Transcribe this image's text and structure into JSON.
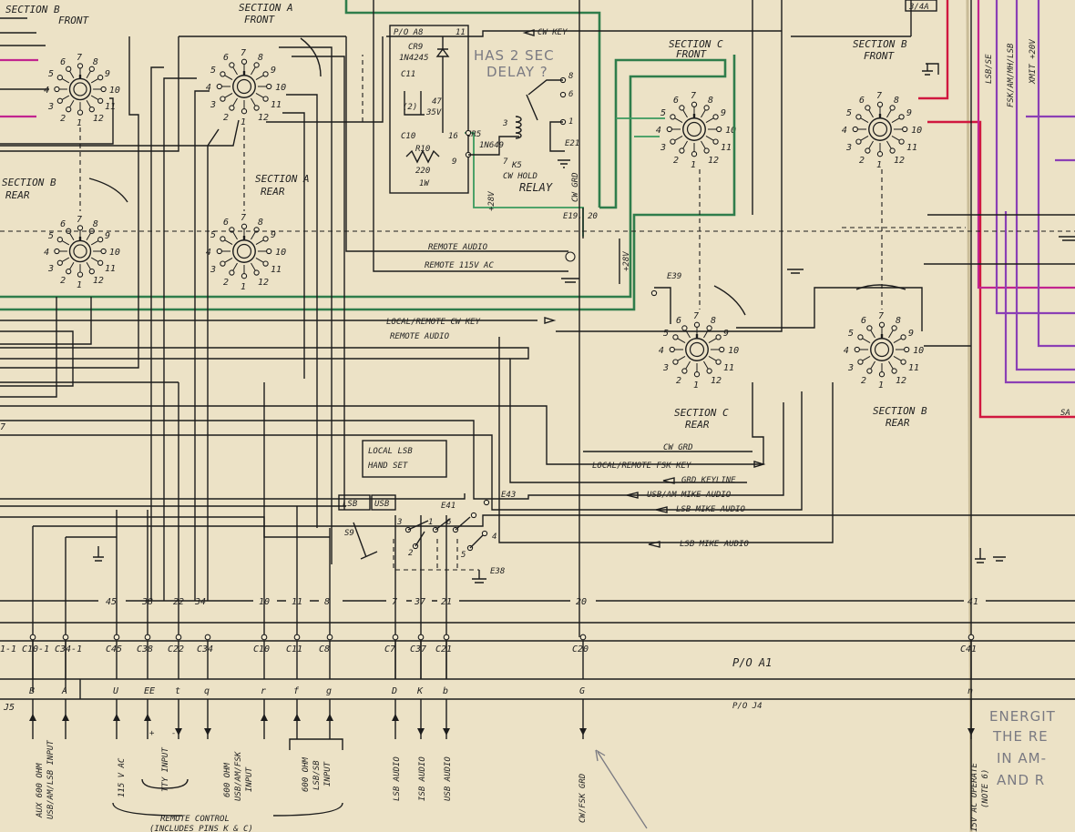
{
  "switch_sections": [
    {
      "id": "sb-front",
      "title_1": "SECTION B",
      "title_2": "FRONT",
      "pins": [
        "12",
        "11",
        "10",
        "9",
        "8",
        "7",
        "6",
        "5",
        "4",
        "3",
        "2",
        "1"
      ]
    },
    {
      "id": "sa-front",
      "title_1": "SECTION A",
      "title_2": "FRONT",
      "pins": [
        "12",
        "11",
        "10",
        "9",
        "8",
        "7",
        "6",
        "5",
        "4",
        "3",
        "2",
        "1"
      ]
    },
    {
      "id": "sb-rear",
      "title_1": "SECTION B",
      "title_2": "REAR",
      "pins": [
        "12",
        "11",
        "10",
        "9",
        "8",
        "7",
        "6",
        "5",
        "4",
        "3",
        "2",
        "1"
      ]
    },
    {
      "id": "sa-rear",
      "title_1": "SECTION A",
      "title_2": "REAR",
      "pins": [
        "12",
        "11",
        "10",
        "9",
        "8",
        "7",
        "6",
        "5",
        "4",
        "3",
        "2",
        "1"
      ]
    },
    {
      "id": "sc-front",
      "title_1": "SECTION C",
      "title_2": "FRONT",
      "pins": [
        "12",
        "11",
        "10",
        "9",
        "8",
        "7",
        "6",
        "5",
        "4",
        "3",
        "2",
        "1"
      ]
    },
    {
      "id": "sc-rear",
      "title_1": "SECTION C",
      "title_2": "REAR",
      "pins": [
        "12",
        "11",
        "10",
        "9",
        "8",
        "7",
        "6",
        "5",
        "4",
        "3",
        "2",
        "1"
      ]
    },
    {
      "id": "sb2-front",
      "title_1": "SECTION B",
      "title_2": "FRONT",
      "pins": [
        "12",
        "11",
        "10",
        "9",
        "8",
        "7",
        "6",
        "5",
        "4",
        "3",
        "2",
        "1"
      ]
    },
    {
      "id": "sb2-rear",
      "title_1": "SECTION B",
      "title_2": "REAR",
      "pins": [
        "12",
        "11",
        "10",
        "9",
        "8",
        "7",
        "6",
        "5",
        "4",
        "3",
        "2",
        "1"
      ]
    }
  ],
  "relay_board": {
    "board": "P/O A8",
    "cr9": "CR9",
    "cr9_part": "1N4245",
    "c11": "C11",
    "c11_value": "47",
    "c11_voltage": "35V",
    "c10": "C10",
    "note_2": "(2)",
    "r10": "R10",
    "r10_value": "220",
    "r10_watt": "1W",
    "cr5": "CR5",
    "cr5_part": "1N649",
    "k5": "K5",
    "k5_name_1": "CW HOLD",
    "k5_name_2": "RELAY",
    "supply": "+28V",
    "terminal_e21": "E21",
    "terminal_11": "11",
    "terminal_16": "16",
    "terminal_9": "9",
    "terminal_3": "3",
    "terminal_7": "7",
    "terminal_8": "8",
    "terminal_6": "6",
    "terminal_1": "1",
    "pencil_note_1": "HAS 2 SEC",
    "pencil_note_2": "DELAY ?"
  },
  "signal_labels": {
    "cw_key": "CW KEY",
    "cw_grd_vertical": "CW GRD",
    "e19_20": "E19, 20",
    "v28": "+28V",
    "v28b": "+28V",
    "remote_audio_top": "REMOTE AUDIO",
    "remote_115v": "REMOTE 115V AC",
    "local_remote_cw_key": "LOCAL/REMOTE CW KEY",
    "remote_audio": "REMOTE AUDIO",
    "cw_grd": "CW GRD",
    "local_remote_fsk_key": "LOCAL/REMOTE FSK KEY",
    "grd_keyline": "GRD KEYLINE",
    "usb_am_mike_audio": "USB/AM MIKE AUDIO",
    "lsb_mike_audio_1": "LSB MIKE AUDIO",
    "lsb_mike_audio_2": "LSB MIKE AUDIO",
    "e39": "E39",
    "right_vertical_1": "LSB/SE",
    "right_vertical_2": "FSK/AM/MH/LSB",
    "right_vertical_3": "XMIT +20V",
    "fuse_label": "3/4A",
    "sa_label": "SA"
  },
  "local_lsb": {
    "line_1": "LOCAL LSB",
    "line_2": "HAND SET",
    "sw_lsb": "LSB",
    "sw_usb": "USB",
    "s9": "S9",
    "e41": "E41",
    "e43": "E43",
    "e38": "E38",
    "contact_3": "3",
    "contact_1": "1",
    "contact_6": "6",
    "contact_2": "2",
    "contact_4": "4",
    "contact_5": "5"
  },
  "bus_numbers": [
    "45",
    "38",
    "22",
    "34",
    "10",
    "11",
    "8",
    "7",
    "37",
    "21",
    "20",
    "41"
  ],
  "capacitors": [
    "C10-1",
    "C34-1",
    "C45",
    "C38",
    "C22",
    "C34",
    "C10",
    "C11",
    "C8",
    "C7",
    "C37",
    "C21",
    "C20",
    "C41"
  ],
  "left_edge": {
    "cut_label": "1-1",
    "seven": "7"
  },
  "pins_j4": [
    "B",
    "A",
    "U",
    "EE",
    "t",
    "q",
    "r",
    "f",
    "g",
    "D",
    "K",
    "b",
    "G",
    "n"
  ],
  "j5": "J5",
  "boards": {
    "a1": "P/O A1",
    "j4": "P/O J4"
  },
  "tty_signs": {
    "plus": "+",
    "minus": "-"
  },
  "bottom_labels": {
    "aux": [
      "AUX 600 OHM",
      "USB/AM/LSB INPUT"
    ],
    "v115": "115 V AC",
    "tty": "TTY INPUT",
    "usb600": [
      "600 OHM",
      "USB/AM/FSK",
      "INPUT"
    ],
    "lsb600": [
      "600 OHM",
      "LSB/SB",
      "INPUT"
    ],
    "lsb_audio": "LSB AUDIO",
    "isb_audio": "ISB AUDIO",
    "usb_audio": "USB AUDIO",
    "cw_fsk_grd": "CW/FSK GRD",
    "operate": [
      "15V AC OPERATE",
      "(NOTE 6)"
    ],
    "remote_control": "REMOTE CONTROL",
    "remote_control_2": "(INCLUDES PINS K & C)"
  },
  "pencil_note": [
    "ENERGIT",
    "THE RE",
    "IN AM-",
    "AND R"
  ],
  "colors": {
    "paper": "#ece2c6",
    "ink": "#1c1c1c",
    "green_marker": "#2f7d4b",
    "magenta_marker": "#c2248f",
    "red_marker": "#d0173f",
    "purple_marker": "#8b3fb5",
    "pencil": "#7a7a82"
  }
}
